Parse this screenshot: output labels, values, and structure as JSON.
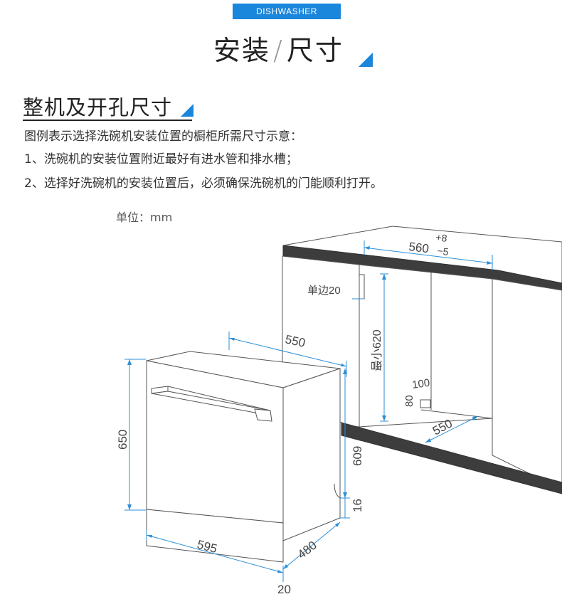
{
  "header": {
    "badge": "DISHWASHER",
    "title_left": "安装",
    "title_sep": "/",
    "title_right": "尺寸"
  },
  "section": {
    "title": "整机及开孔尺寸"
  },
  "description": [
    "图例表示选择洗碗机安装位置的橱柜所需尺寸示意：",
    "1、洗碗机的安装位置附近最好有进水管和排水槽；",
    "2、选择好洗碗机的安装位置后，必须确保洗碗机的门能顺利打开。"
  ],
  "unit_label": "单位：mm",
  "dimensions": {
    "cabinet_width": "560",
    "cabinet_width_tol_plus": "+8",
    "cabinet_width_tol_minus": "−5",
    "side_margin": "单边20",
    "min_height": "最小620",
    "hole_width": "100",
    "hole_height": "80",
    "cabinet_depth": "550",
    "unit_depth_top": "550",
    "unit_height": "650",
    "door_height": "609",
    "plinth_height": "16",
    "unit_width": "595",
    "unit_depth_bottom": "480",
    "bottom_offset": "20"
  },
  "colors": {
    "accent": "#1a86dc",
    "dimension_line": "#2a8fd8",
    "outline": "#555555",
    "counter": "#444444"
  }
}
